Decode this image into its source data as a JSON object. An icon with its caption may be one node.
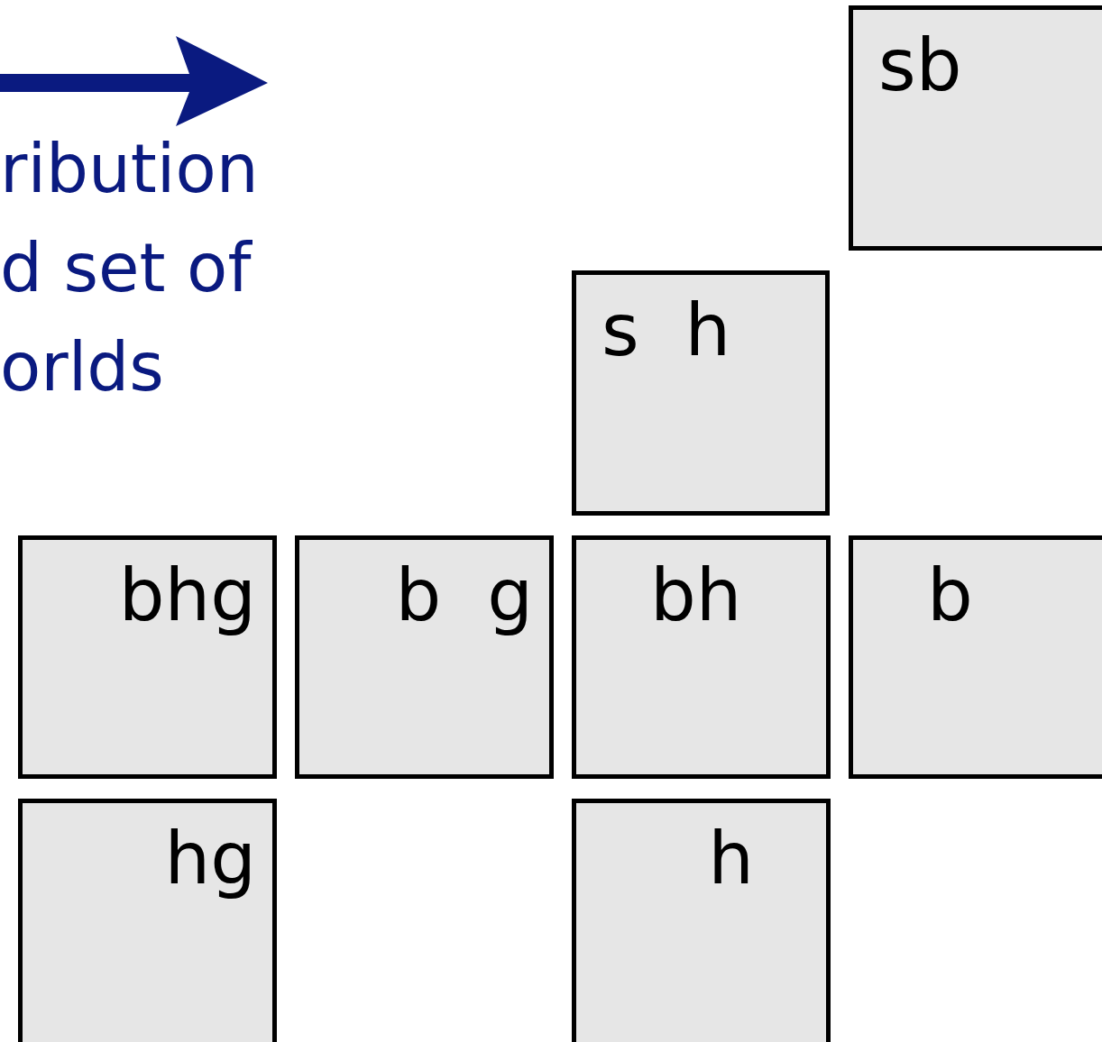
{
  "diagram": {
    "nodes": [
      {
        "text": [
          "sb"
        ]
      },
      {
        "text": [
          "s  h"
        ]
      },
      {
        "text": [
          "bhg"
        ]
      },
      {
        "text": [
          "b  g"
        ]
      },
      {
        "text": [
          "bh"
        ]
      },
      {
        "text": [
          "b"
        ]
      },
      {
        "text": [
          "hg"
        ]
      },
      {
        "text": [
          "h"
        ]
      }
    ],
    "labels": [
      "ribution",
      "d set of",
      "orlds"
    ]
  }
}
